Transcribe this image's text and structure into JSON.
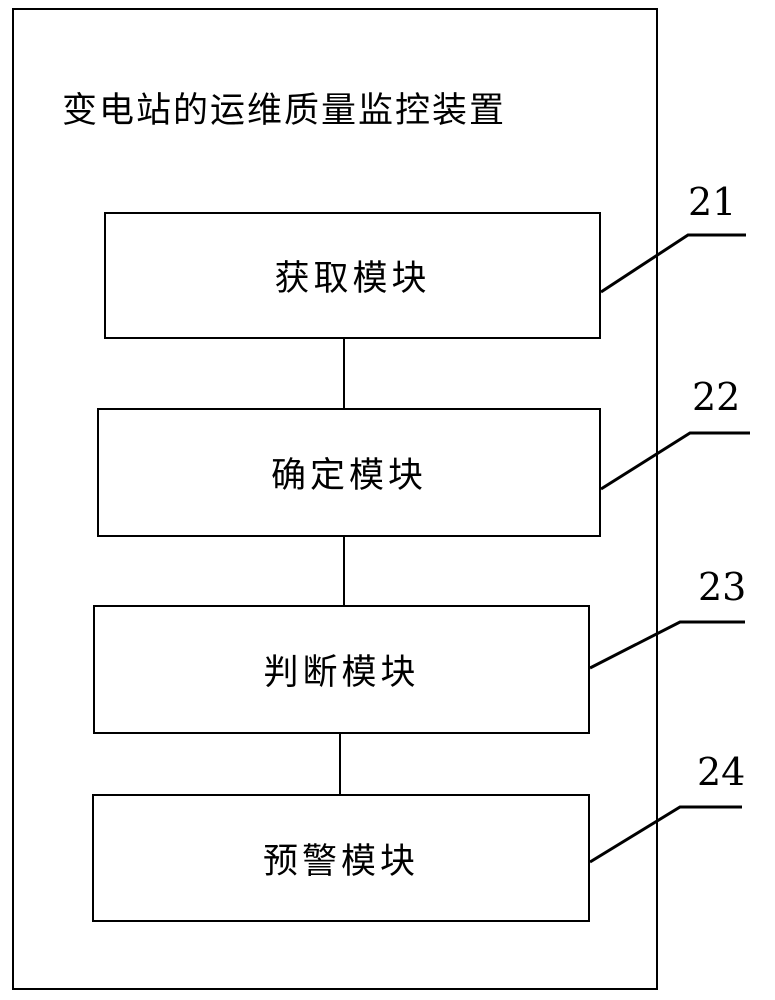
{
  "diagram": {
    "title": "变电站的运维质量监控装置",
    "modules": [
      {
        "label": "获取模块",
        "ref": "21"
      },
      {
        "label": "确定模块",
        "ref": "22"
      },
      {
        "label": "判断模块",
        "ref": "23"
      },
      {
        "label": "预警模块",
        "ref": "24"
      }
    ]
  }
}
